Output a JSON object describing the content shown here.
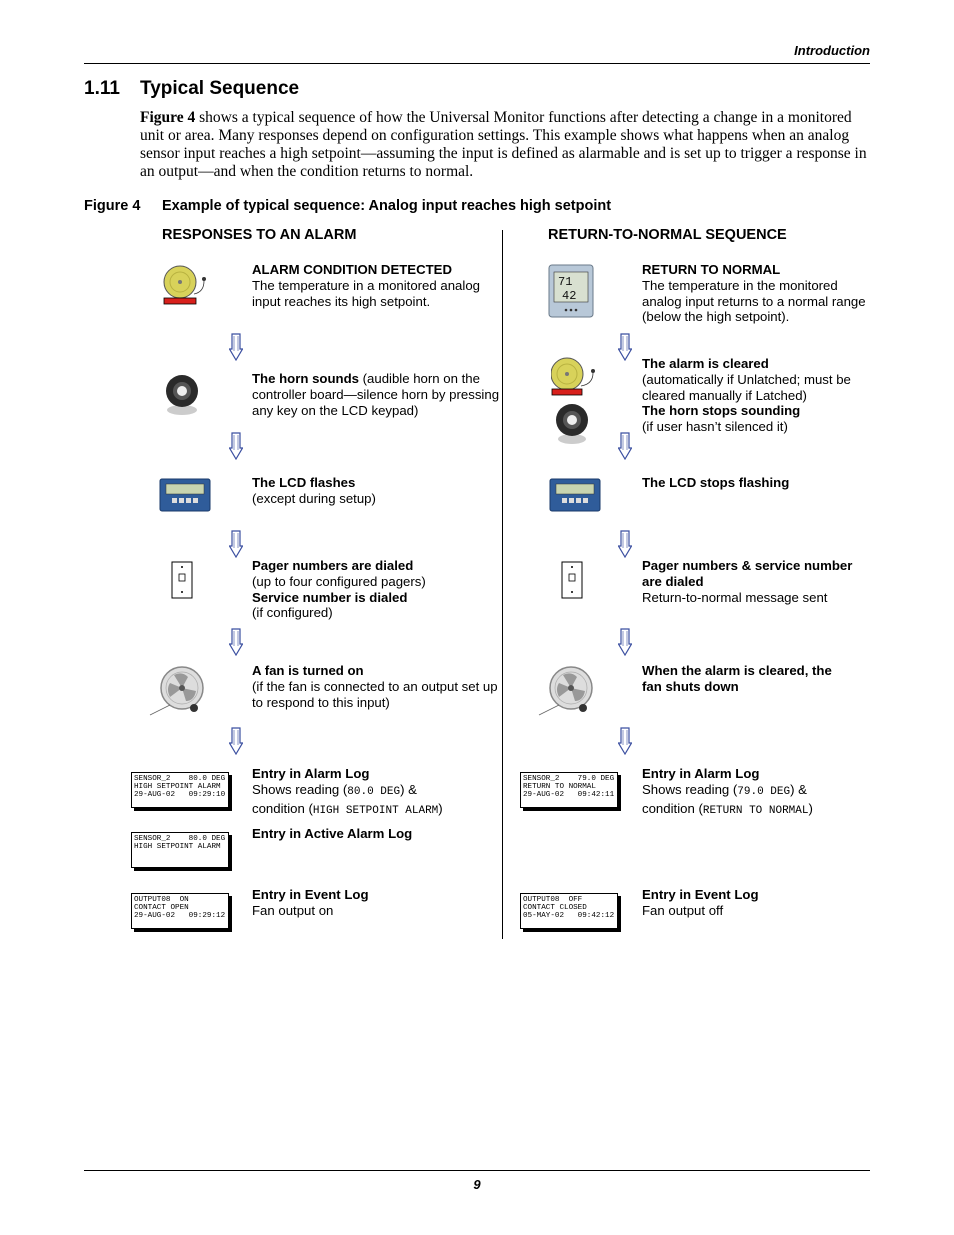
{
  "header": {
    "section_label": "Introduction"
  },
  "section": {
    "number": "1.11",
    "title": "Typical Sequence"
  },
  "intro": {
    "fig_ref": "Figure 4",
    "text": " shows a typical sequence of how the Universal Monitor functions after detecting a change in a monitored unit or area. Many responses depend on configuration settings. This example shows what happens when an analog sensor input reaches a high setpoint—assuming the input is defined as alarmable and is set up to trigger a response in an output—and when the condition returns to normal."
  },
  "figure": {
    "number": "Figure 4",
    "caption": "Example of typical sequence: Analog input reaches high setpoint"
  },
  "left": {
    "heading": "RESPONSES TO AN ALARM",
    "alarm": {
      "title": "ALARM CONDITION DETECTED",
      "body": "The temperature in a monitored analog input reaches its high setpoint."
    },
    "horn": {
      "bold": "The horn sounds",
      "body": " (audible horn on the controller board—silence horn by pressing any key on the LCD keypad)"
    },
    "lcd": {
      "title": "The LCD flashes",
      "body": "(except during setup)"
    },
    "pager": {
      "title1": "Pager numbers are dialed",
      "body1": "(up to four configured pagers)",
      "title2": "Service number is dialed",
      "body2": "(if configured)"
    },
    "fan": {
      "title": "A fan is turned on",
      "body": "(if the fan is connected to an output set up to respond to this input)"
    },
    "log1": {
      "title": "Entry in Alarm Log",
      "pre1": "Shows reading (",
      "mono1": "80.0 DEG",
      "post1": ") &",
      "pre2": "condition (",
      "mono2": "HIGH SETPOINT ALARM",
      "post2": ")",
      "screen": [
        "SENSOR_2    80.0 DEG",
        "HIGH SETPOINT ALARM",
        "29-AUG-02   09:29:10"
      ]
    },
    "log2": {
      "title": "Entry in Active Alarm Log",
      "screen": [
        "SENSOR_2    80.0 DEG",
        "HIGH SETPOINT ALARM"
      ]
    },
    "log3": {
      "title": "Entry in Event Log",
      "body": "Fan output on",
      "screen": [
        "OUTPUT08  ON",
        "CONTACT OPEN",
        "29-AUG-02   09:29:12"
      ]
    }
  },
  "right": {
    "heading": "RETURN-TO-NORMAL SEQUENCE",
    "rtn": {
      "title": "RETURN TO NORMAL",
      "body": "The temperature in the monitored analog input returns to a normal range (below the high setpoint).",
      "display_top": "71",
      "display_bottom": "42"
    },
    "cleared": {
      "title1": "The alarm is cleared",
      "body1": "(automatically if Unlatched; must be cleared manually if Latched)",
      "title2": "The horn stops sounding",
      "body2": "(if user hasn’t silenced it)"
    },
    "lcd": {
      "title": "The LCD stops flashing"
    },
    "pager": {
      "title": "Pager numbers & service number are dialed",
      "body": "Return-to-normal message sent"
    },
    "fan": {
      "title": "When the alarm is cleared, the fan shuts down"
    },
    "log1": {
      "title": "Entry in Alarm Log",
      "pre1": "Shows reading (",
      "mono1": "79.0 DEG",
      "post1": ") &",
      "pre2": "condition (",
      "mono2": "RETURN TO NORMAL",
      "post2": ")",
      "screen": [
        "SENSOR_2    79.0 DEG",
        "RETURN TO NORMAL",
        "29-AUG-02   09:42:11"
      ]
    },
    "log3": {
      "title": "Entry in Event Log",
      "body": "Fan output off",
      "screen": [
        "OUTPUT08  OFF",
        "CONTACT CLOSED",
        "05-MAY-02   09:42:12"
      ]
    }
  },
  "footer": {
    "page_number": "9"
  },
  "colors": {
    "bell_yellow": "#d8d25a",
    "bell_base_red": "#d8201c",
    "lcd_blue": "#2f5c9a",
    "lcd_screen": "#c8d4b0"
  }
}
